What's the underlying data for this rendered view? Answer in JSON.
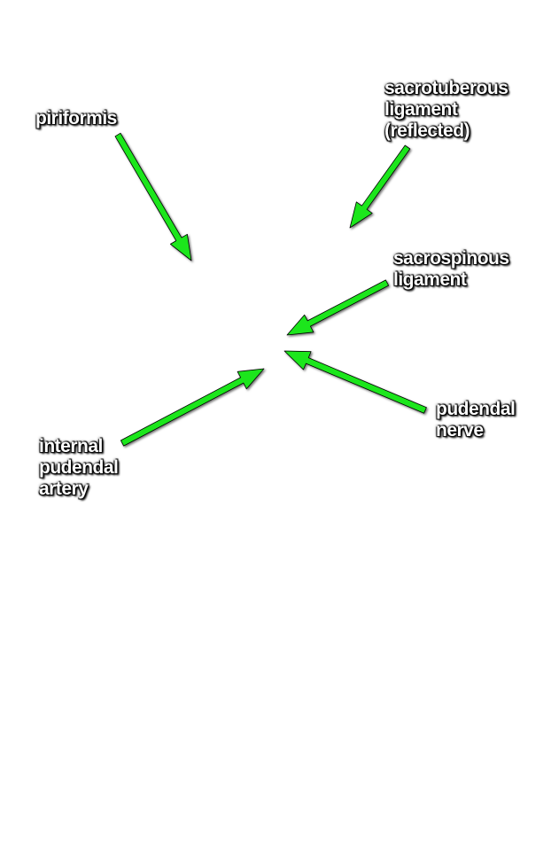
{
  "diagram": {
    "arrow_color": "#1ee61e",
    "arrow_outline": "#000000",
    "label_color": "#ffffff",
    "labels": {
      "piriformis": [
        "piriformis"
      ],
      "sacrotuberous": [
        "sacrotuberous",
        "ligament",
        "(reflected)"
      ],
      "sacrospinous": [
        "sacrospinous",
        "ligament"
      ],
      "pudendal_nerve": [
        "pudendal",
        "nerve"
      ],
      "internal_pudendal": [
        "internal",
        "pudendal",
        "artery"
      ]
    }
  }
}
